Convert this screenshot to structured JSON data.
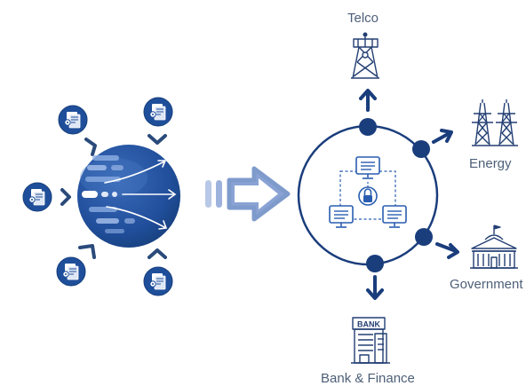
{
  "labels": {
    "telco": "Telco",
    "energy": "Energy",
    "government": "Government",
    "bank_finance": "Bank & Finance",
    "bank_sign": "BANK"
  },
  "colors": {
    "primary": "#1f4f9a",
    "dark": "#1a3d7c",
    "light": "#7f9bcc",
    "pale": "#b8c8e6",
    "text": "#4d5f78",
    "icon": "#233f73"
  },
  "icons": {
    "source": "document-gear-icon",
    "hub": "data-stream-sphere-icon",
    "flow": "arrow-right-icon",
    "network": "network-monitors-lock-icon",
    "telco": "cell-tower-icon",
    "energy": "power-pylon-icon",
    "government": "government-building-icon",
    "bank": "bank-building-icon"
  }
}
